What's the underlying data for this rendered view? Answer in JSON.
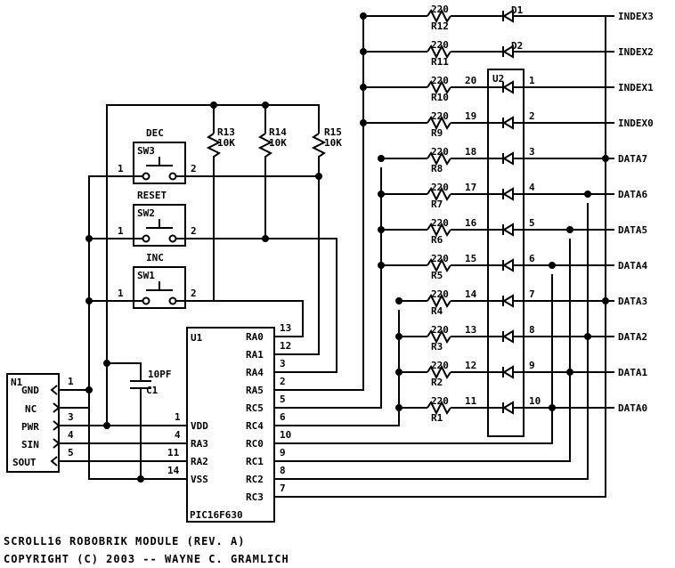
{
  "title": "SCROLL16 ROBOBRIK MODULE (REV. A)",
  "copyright": "COPYRIGHT (C) 2003 -- WAYNE C. GRAMLICH",
  "connector": {
    "ref": "N1",
    "pins": [
      {
        "name": "GND",
        "num": "1"
      },
      {
        "name": "NC",
        "num": ""
      },
      {
        "name": "PWR",
        "num": "3"
      },
      {
        "name": "SIN",
        "num": "4"
      },
      {
        "name": "SOUT",
        "num": "5"
      }
    ]
  },
  "mcu": {
    "ref": "U1",
    "part": "PIC16F630",
    "left_pins": [
      {
        "name": "VDD",
        "num": "1"
      },
      {
        "name": "RA3",
        "num": "4"
      },
      {
        "name": "RA2",
        "num": "11"
      },
      {
        "name": "VSS",
        "num": "14"
      }
    ],
    "right_pins": [
      {
        "name": "RA0",
        "num": "13"
      },
      {
        "name": "RA1",
        "num": "12"
      },
      {
        "name": "RA4",
        "num": "3"
      },
      {
        "name": "RA5",
        "num": "2"
      },
      {
        "name": "RC5",
        "num": "5"
      },
      {
        "name": "RC4",
        "num": "6"
      },
      {
        "name": "RC0",
        "num": "10"
      },
      {
        "name": "RC1",
        "num": "9"
      },
      {
        "name": "RC2",
        "num": "8"
      },
      {
        "name": "RC3",
        "num": "7"
      }
    ]
  },
  "capacitor": {
    "ref": "C1",
    "value": "10PF"
  },
  "switches": [
    {
      "label": "DEC",
      "ref": "SW3",
      "pin1": "1",
      "pin2": "2"
    },
    {
      "label": "RESET",
      "ref": "SW2",
      "pin1": "1",
      "pin2": "2"
    },
    {
      "label": "INC",
      "ref": "SW1",
      "pin1": "1",
      "pin2": "2"
    }
  ],
  "pullups": [
    {
      "ref": "R13",
      "value": "10K"
    },
    {
      "ref": "R14",
      "value": "10K"
    },
    {
      "ref": "R15",
      "value": "10K"
    }
  ],
  "led_array": {
    "ref": "U2"
  },
  "rows": [
    {
      "res": "R12",
      "val": "220",
      "diode": "D1",
      "pinL": "",
      "pinR": "",
      "signal": "INDEX3"
    },
    {
      "res": "R11",
      "val": "220",
      "diode": "D2",
      "pinL": "",
      "pinR": "",
      "signal": "INDEX2"
    },
    {
      "res": "R10",
      "val": "220",
      "diode": "",
      "pinL": "20",
      "pinR": "1",
      "signal": "INDEX1"
    },
    {
      "res": "R9",
      "val": "220",
      "diode": "",
      "pinL": "19",
      "pinR": "2",
      "signal": "INDEX0"
    },
    {
      "res": "R8",
      "val": "220",
      "diode": "",
      "pinL": "18",
      "pinR": "3",
      "signal": "DATA7"
    },
    {
      "res": "R7",
      "val": "220",
      "diode": "",
      "pinL": "17",
      "pinR": "4",
      "signal": "DATA6"
    },
    {
      "res": "R6",
      "val": "220",
      "diode": "",
      "pinL": "16",
      "pinR": "5",
      "signal": "DATA5"
    },
    {
      "res": "R5",
      "val": "220",
      "diode": "",
      "pinL": "15",
      "pinR": "6",
      "signal": "DATA4"
    },
    {
      "res": "R4",
      "val": "220",
      "diode": "",
      "pinL": "14",
      "pinR": "7",
      "signal": "DATA3"
    },
    {
      "res": "R3",
      "val": "220",
      "diode": "",
      "pinL": "13",
      "pinR": "8",
      "signal": "DATA2"
    },
    {
      "res": "R2",
      "val": "220",
      "diode": "",
      "pinL": "12",
      "pinR": "9",
      "signal": "DATA1"
    },
    {
      "res": "R1",
      "val": "220",
      "diode": "",
      "pinL": "11",
      "pinR": "10",
      "signal": "DATA0"
    }
  ]
}
